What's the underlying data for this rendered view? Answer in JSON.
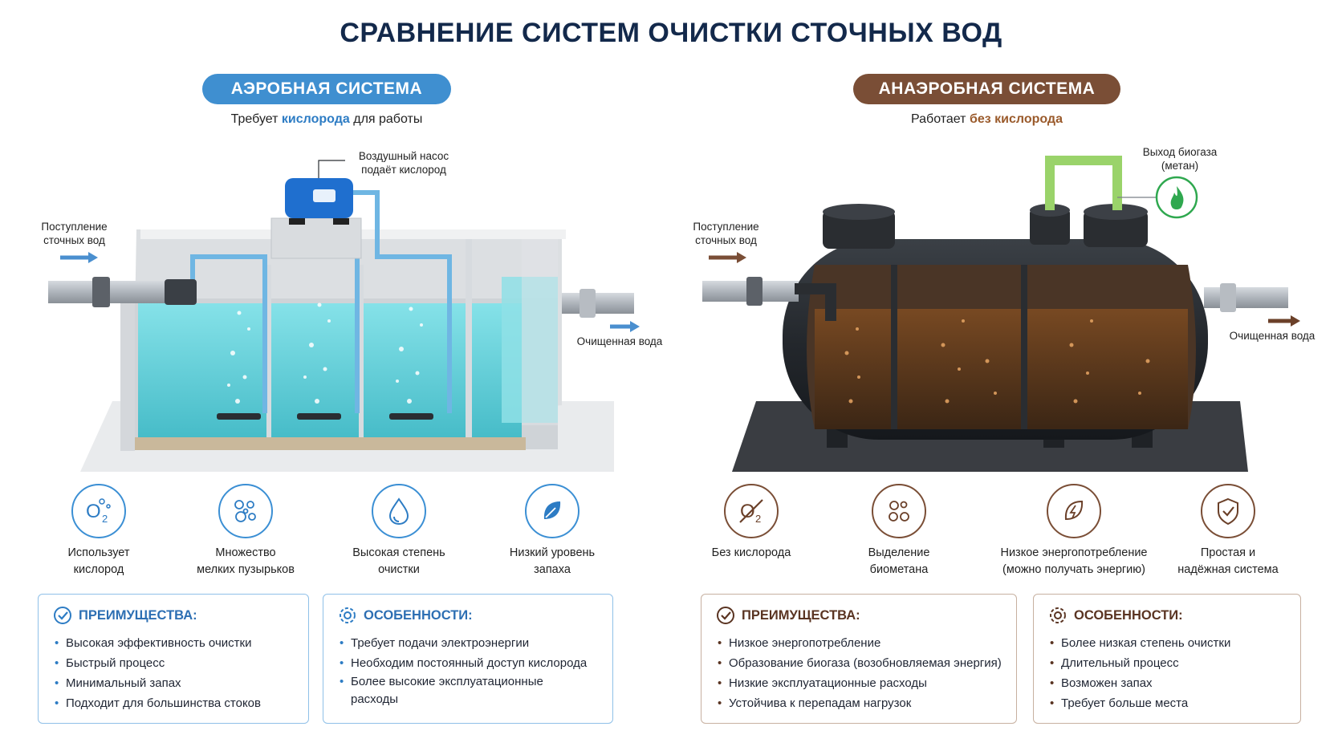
{
  "title": "СРАВНЕНИЕ СИСТЕМ ОЧИСТКИ СТОЧНЫХ ВОД",
  "aerobic": {
    "badge": "АЭРОБНАЯ СИСТЕМА",
    "subtitle_pre": "Требует ",
    "subtitle_hl": "кислорода",
    "subtitle_post": " для работы",
    "pump_note_1": "Воздушный насос",
    "pump_note_2": "подаёт кислород",
    "inflow_1": "Поступление",
    "inflow_2": "сточных вод",
    "outflow": "Очищенная вода",
    "features": [
      {
        "icon": "oxygen-icon",
        "line1": "Использует",
        "line2": "кислород"
      },
      {
        "icon": "bubbles-icon",
        "line1": "Множество",
        "line2": "мелких пузырьков"
      },
      {
        "icon": "water-drop-icon",
        "line1": "Высокая степень",
        "line2": "очистки"
      },
      {
        "icon": "leaf-icon",
        "line1": "Низкий уровень",
        "line2": "запаха"
      }
    ],
    "advantages_title": "ПРЕИМУЩЕСТВА:",
    "advantages": [
      "Высокая эффективность очистки",
      "Быстрый процесс",
      "Минимальный запах",
      "Подходит для большинства стоков"
    ],
    "features_title": "ОСОБЕННОСТИ:",
    "features_list": [
      "Требует подачи электроэнергии",
      "Необходим постоянный доступ кислорода",
      "Более высокие эксплуатационные расходы"
    ]
  },
  "anaerobic": {
    "badge": "АНАЭРОБНАЯ СИСТЕМА",
    "subtitle_pre": "Работает ",
    "subtitle_hl": "без кислорода",
    "subtitle_post": "",
    "biogas_note_1": "Выход биогаза",
    "biogas_note_2": "(метан)",
    "inflow_1": "Поступление",
    "inflow_2": "сточных вод",
    "outflow": "Очищенная вода",
    "features": [
      {
        "icon": "no-oxygen-icon",
        "line1": "Без кислорода",
        "line2": ""
      },
      {
        "icon": "biomethane-icon",
        "line1": "Выделение",
        "line2": "биометана"
      },
      {
        "icon": "energy-leaf-icon",
        "line1": "Низкое энергопотребление",
        "line2": "(можно получать энергию)"
      },
      {
        "icon": "shield-check-icon",
        "line1": "Простая и",
        "line2": "надёжная система"
      }
    ],
    "advantages_title": "ПРЕИМУЩЕСТВА:",
    "advantages": [
      "Низкое энергопотребление",
      "Образование биогаза (возобновляемая энергия)",
      "Низкие эксплуатационные расходы",
      "Устойчива к перепадам нагрузок"
    ],
    "features_title": "ОСОБЕННОСТИ:",
    "features_list": [
      "Более низкая степень очистки",
      "Длительный процесс",
      "Возможен запах",
      "Требует больше места"
    ]
  },
  "colors": {
    "aerobic_accent": "#3f8fd0",
    "anaerobic_accent": "#7a4e36",
    "title": "#13294b"
  }
}
